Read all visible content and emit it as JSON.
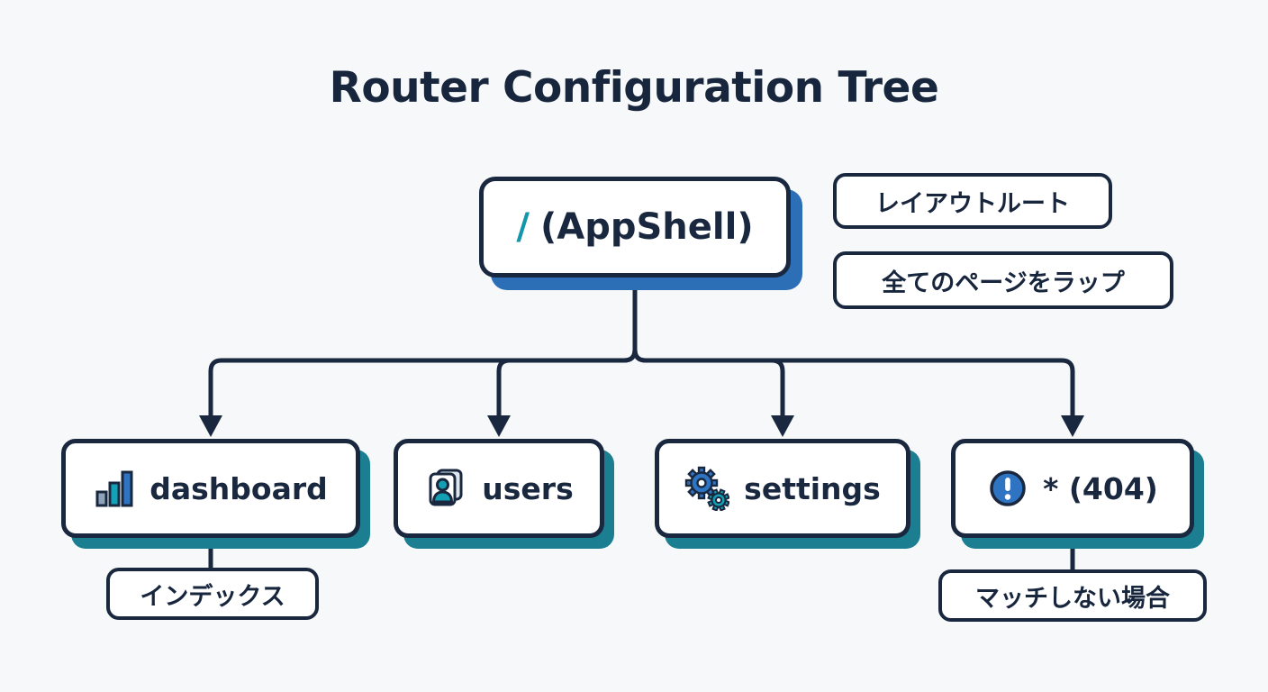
{
  "title": "Router Configuration Tree",
  "root": {
    "path": "/",
    "label": "(AppShell)",
    "notes": [
      "レイアウトルート",
      "全てのページをラップ"
    ]
  },
  "children": [
    {
      "label": "dashboard",
      "icon": "bar-chart-icon",
      "note": "インデックス"
    },
    {
      "label": "users",
      "icon": "users-icon"
    },
    {
      "label": "settings",
      "icon": "gears-icon"
    },
    {
      "label": "* (404)",
      "icon": "alert-icon",
      "note": "マッチしない場合"
    }
  ],
  "colors": {
    "background": "#f7f8fa",
    "ink": "#19283f",
    "teal": "#1296ab",
    "blue": "#2e74c2",
    "root_shadow": "#2d6fb6",
    "child_shadow": "#1b7f91"
  }
}
